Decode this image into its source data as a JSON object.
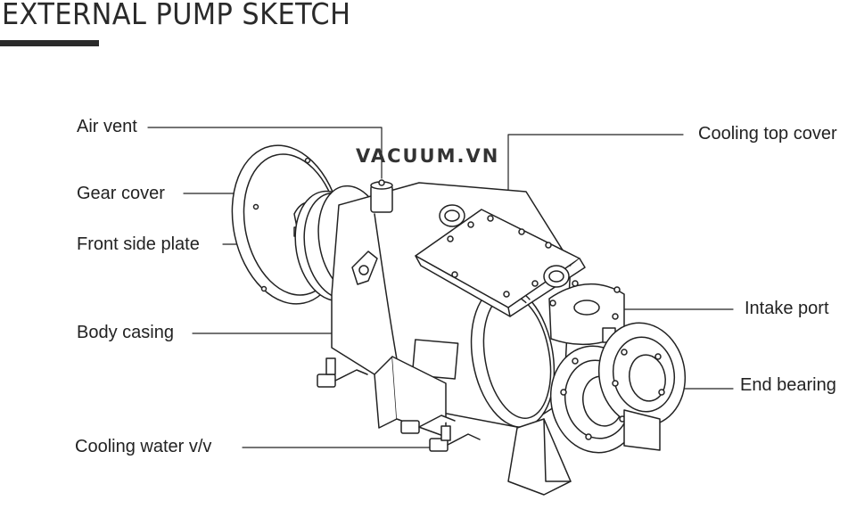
{
  "title": "EXTERNAL PUMP SKETCH",
  "watermark": "VACUUM.VN",
  "labels": {
    "air_vent": "Air vent",
    "gear_cover": "Gear cover",
    "front_side_plate": "Front side plate",
    "body_casing": "Body casing",
    "cooling_water_valve": "Cooling water v/v",
    "cooling_top_cover": "Cooling top cover",
    "intake_port": "Intake port",
    "end_bearing": "End bearing"
  },
  "colors": {
    "line": "#222222",
    "title": "#2a2a2a"
  }
}
